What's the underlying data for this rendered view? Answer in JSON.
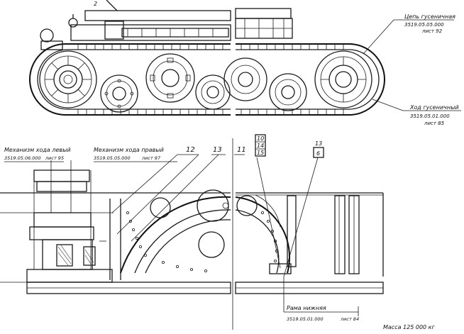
{
  "callouts": {
    "chain_tension": {
      "title": "Цепь гусеничная",
      "code": "3519.05.05.000",
      "sheet": "лист 92"
    },
    "crawler_track": {
      "title": "Ход гусеничный",
      "code": "3519.05.01.000",
      "sheet": "лист 85"
    },
    "travel_left": {
      "title": "Механизм хода левый",
      "code": "3519.05.06.000",
      "sheet": "лист 95"
    },
    "travel_right": {
      "title": "Механизм хода правый",
      "code": "3519.05.05.000",
      "sheet": "лист 97"
    },
    "frame_lower": {
      "title": "Рама нижняя",
      "code": "3519.05.01.000",
      "sheet": "лист 84"
    }
  },
  "position_numbers": {
    "n12": "12",
    "n13": "13",
    "n11": "11",
    "stack_a": "10",
    "stack_b": "14",
    "stack_c": "15",
    "box_a": "13",
    "box_b": "6",
    "top_left": "2"
  },
  "mass": "Масса 125 000 кг"
}
